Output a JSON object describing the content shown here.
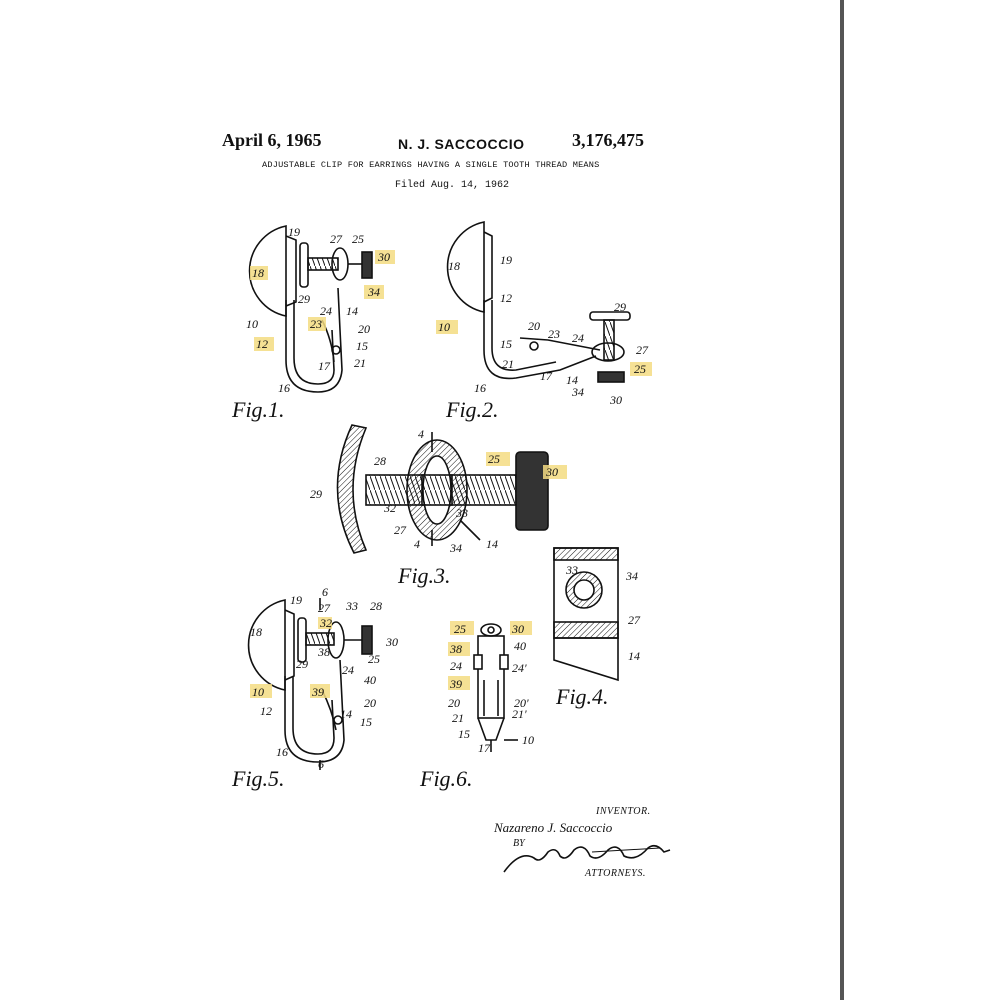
{
  "header": {
    "date": "April 6, 1965",
    "inventor_name": "N. J. SACCOCCIO",
    "patent_number": "3,176,475",
    "title": "ADJUSTABLE CLIP FOR EARRINGS HAVING A SINGLE TOOTH THREAD MEANS",
    "filed": "Filed Aug. 14, 1962"
  },
  "figures": {
    "fig1": "Fig.1.",
    "fig2": "Fig.2.",
    "fig3": "Fig.3.",
    "fig4": "Fig.4.",
    "fig5": "Fig.5.",
    "fig6": "Fig.6."
  },
  "refs": {
    "fig1": [
      "19",
      "18",
      "27",
      "25",
      "30",
      "34",
      "29",
      "24",
      "14",
      "23",
      "20",
      "10",
      "12",
      "15",
      "17",
      "21",
      "16"
    ],
    "fig2": [
      "18",
      "19",
      "12",
      "10",
      "29",
      "20",
      "23",
      "15",
      "24",
      "27",
      "21",
      "16",
      "17",
      "14",
      "34",
      "25",
      "30"
    ],
    "fig3": [
      "4",
      "25",
      "28",
      "30",
      "29",
      "32",
      "33",
      "27",
      "4",
      "34",
      "14"
    ],
    "fig4": [
      "33",
      "34",
      "27",
      "14"
    ],
    "fig5": [
      "6",
      "19",
      "27",
      "33",
      "28",
      "32",
      "30",
      "18",
      "38",
      "29",
      "25",
      "24",
      "40",
      "10",
      "39",
      "20",
      "12",
      "14",
      "15",
      "16",
      "6"
    ],
    "fig6": [
      "25",
      "30",
      "38",
      "40",
      "24",
      "24'",
      "39",
      "20",
      "20'",
      "21",
      "21'",
      "15",
      "17",
      "10"
    ]
  },
  "signature": {
    "inventor_label": "INVENTOR.",
    "inventor_name": "Nazareno J. Saccoccio",
    "by_label": "BY",
    "attorneys_label": "ATTORNEYS."
  },
  "colors": {
    "highlight": "#f4dc82",
    "ink": "#111111",
    "page_edge": "#555555"
  }
}
